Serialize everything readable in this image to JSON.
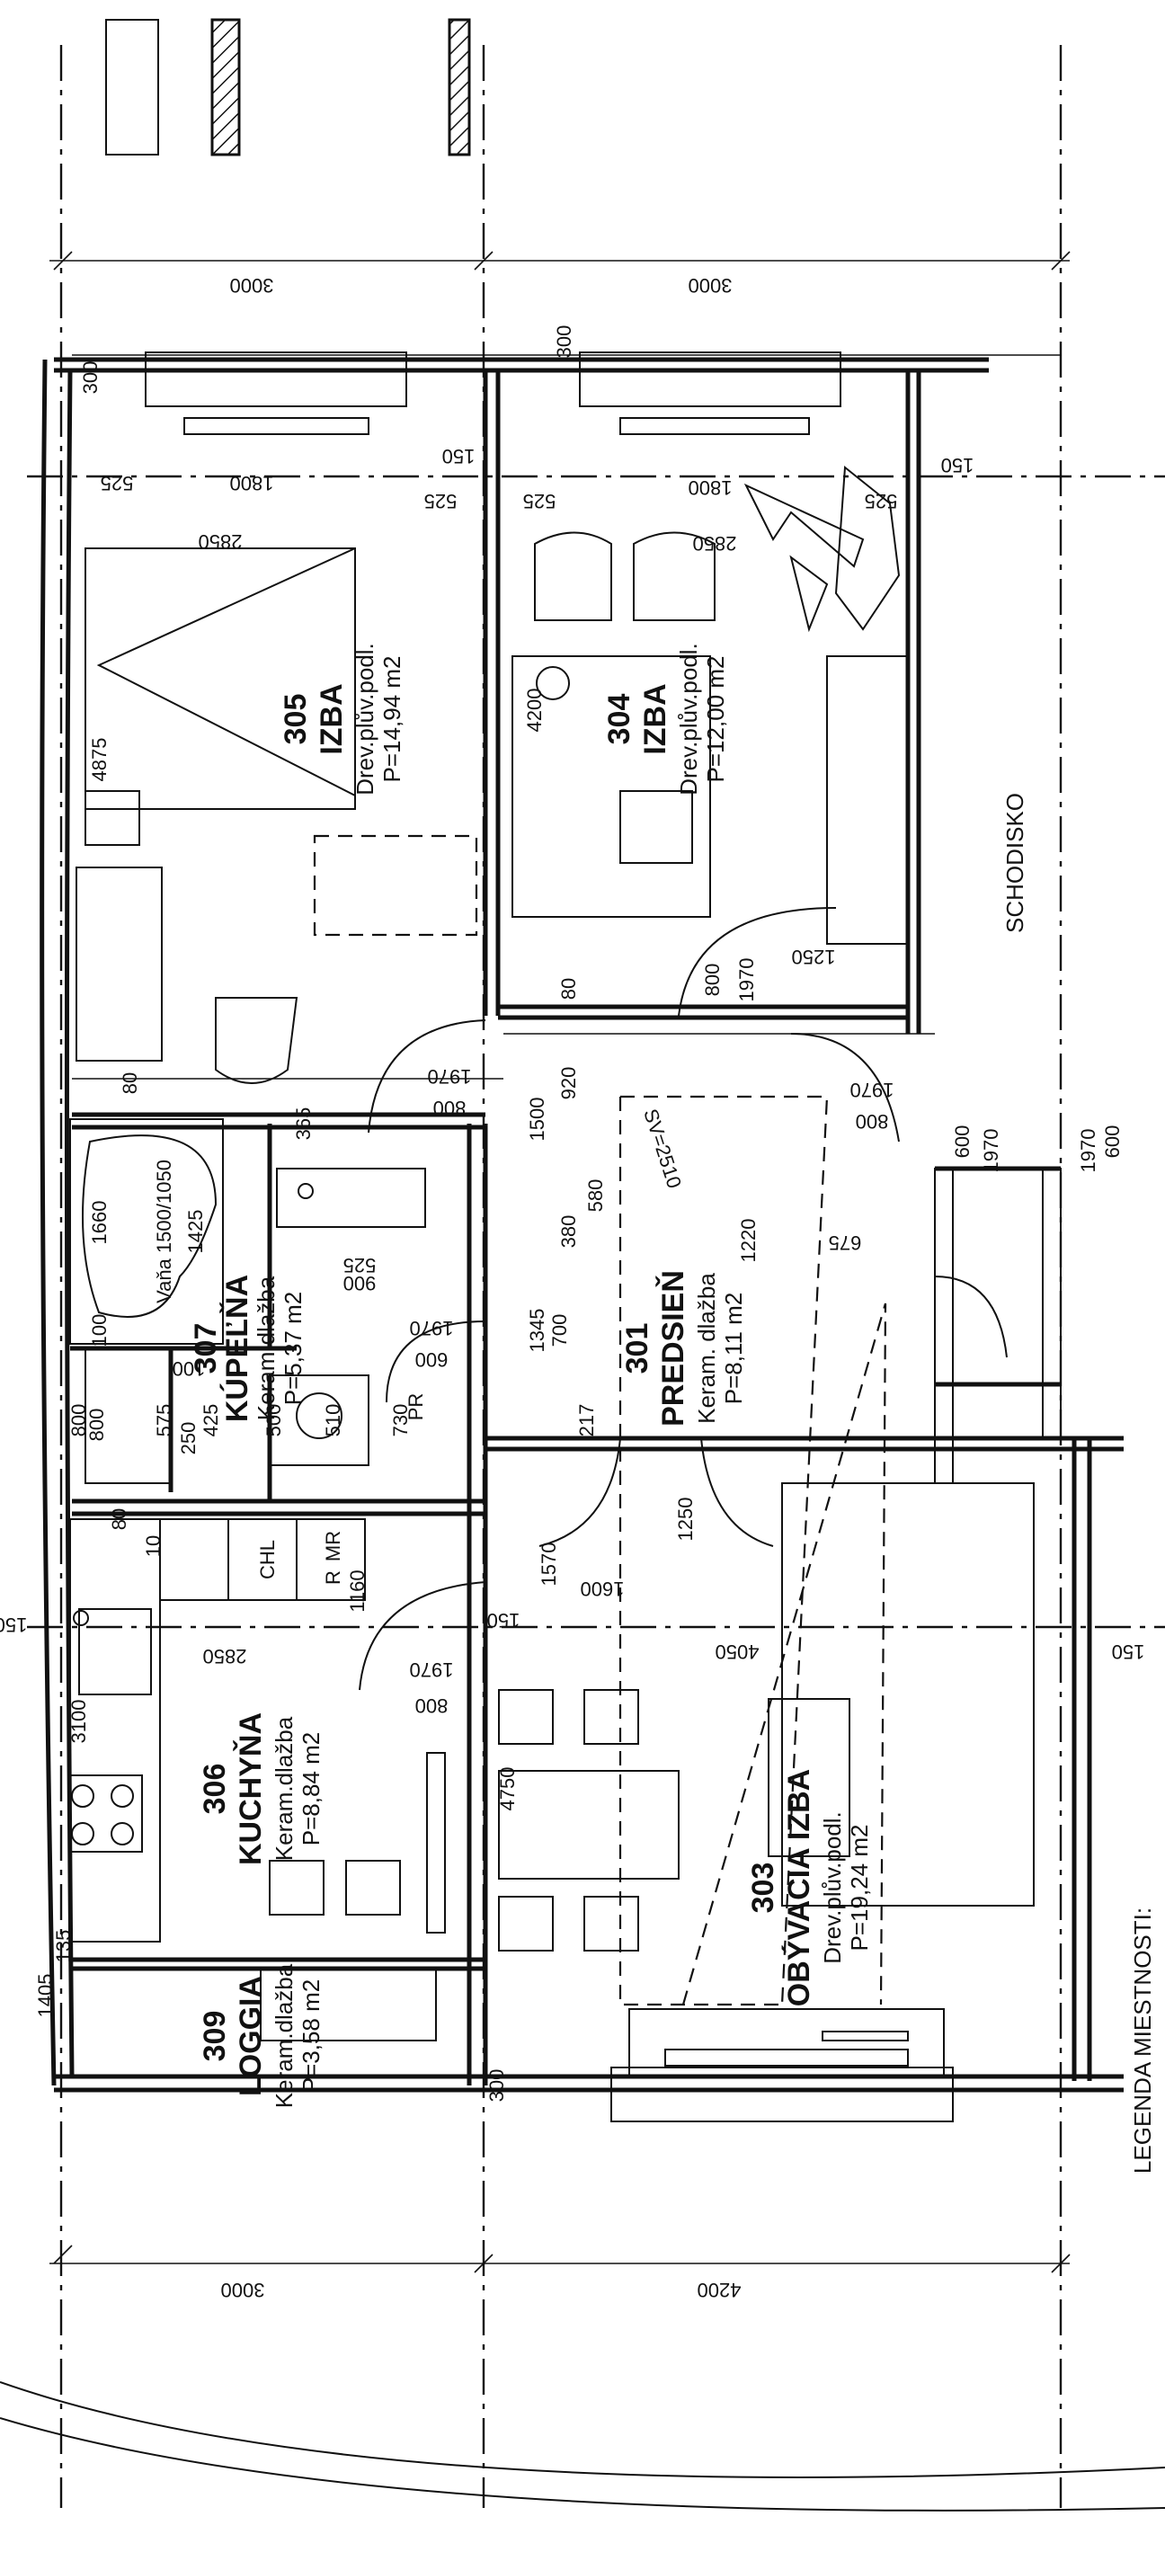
{
  "legend_title": "LEGENDA MIESTNOSTI:",
  "stair_label": "SCHODISKO",
  "rooms": [
    {
      "id": "301",
      "name": "PREDSIEŇ",
      "floor": "Keram. dlažba",
      "area": "P=8,11 m2"
    },
    {
      "id": "303",
      "name": "OBÝVACIA IZBA",
      "floor": "Drev.plův.podl.",
      "area": "P=19,24 m2"
    },
    {
      "id": "304",
      "name": "IZBA",
      "floor": "Drev.plův.podl.",
      "area": "P=12,00 m2"
    },
    {
      "id": "305",
      "name": "IZBA",
      "floor": "Drev.plův.podl.",
      "area": "P=14,94 m2"
    },
    {
      "id": "306",
      "name": "KUCHYŇA",
      "floor": "Keram.dlažba",
      "area": "P=8,84 m2"
    },
    {
      "id": "307",
      "name": "KÚPEĽŇA",
      "floor": "Keram.dlažba",
      "area": "P=5,37 m2"
    },
    {
      "id": "309",
      "name": "LOGGIA",
      "floor": "Keram.dlažba",
      "area": "P=3,58 m2"
    }
  ],
  "fixtures": {
    "tub": "Vaňa 1500/1050",
    "chl": "CHL",
    "mr": "MR",
    "r": "R",
    "pr": "PR"
  },
  "dims": {
    "top_left": "3000",
    "top_right": "3000",
    "bottom_left": "3000",
    "bottom_right": "4200",
    "w300a": "300",
    "w300b": "300",
    "w300c": "300",
    "d150a": "150",
    "d150b": "150",
    "d150c": "150",
    "d150d": "150",
    "d150e": "150",
    "d525a": "525",
    "d525b": "525",
    "d525c": "525",
    "d525d": "525",
    "d525e": "525",
    "d1800a": "1800",
    "d1800b": "1800",
    "d2850a": "2850",
    "d2850b": "2850",
    "d2850c": "2850",
    "d4875": "4875",
    "d4200": "4200",
    "d4750": "4750",
    "d4050": "4050",
    "d3100": "3100",
    "d1405": "1405",
    "d135": "135",
    "d80a": "80",
    "d80b": "80",
    "d80c": "80",
    "d800a": "800",
    "d800b": "800",
    "d800c": "800",
    "d800d": "800",
    "d800e": "800",
    "d1970a": "1970",
    "d1970b": "1970",
    "d1970c": "1970",
    "d1970d": "1970",
    "d1970e": "1970",
    "d1970f": "1970",
    "d1970g": "1970",
    "d600a": "600",
    "d600b": "600",
    "d600c": "600",
    "d1250a": "1250",
    "d1250b": "1250",
    "d920": "920",
    "d1500": "1500",
    "d1345": "1345",
    "d700": "700",
    "d1570": "1570",
    "d1600": "1600",
    "d1160": "1160",
    "d2510": "SV=2510",
    "d365": "365",
    "d900": "900",
    "d1660": "1660",
    "d1425": "1425",
    "d100a": "100",
    "d100b": "100",
    "d575": "575",
    "d425": "425",
    "d250": "250",
    "d500": "500",
    "d510": "510",
    "d730": "730",
    "d800f": "800",
    "d10": "10",
    "d380": "380",
    "d580": "580",
    "d217": "217",
    "d675": "675",
    "d1220": "1220"
  }
}
